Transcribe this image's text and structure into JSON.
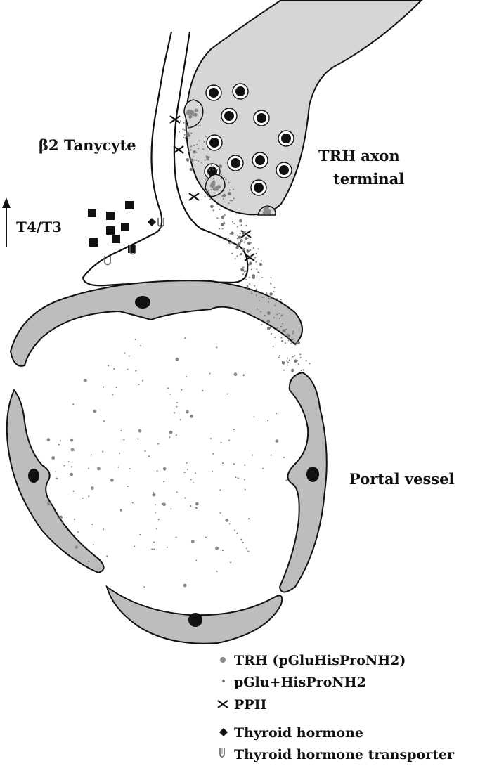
{
  "labels": {
    "tanycyte": "β2 Tanycyte",
    "thyroid_uptake": "T4/T3",
    "axon_line1": "TRH axon",
    "axon_line2": "terminal",
    "portal_vessel": "Portal vessel"
  },
  "legend": [
    {
      "symbol": "trh-dot",
      "label": "TRH (pGluHisProNH2)"
    },
    {
      "symbol": "metabolite-dot",
      "label": "pGlu+HisProNH2"
    },
    {
      "symbol": "ppii-cross",
      "label": "PPII"
    },
    {
      "symbol": "diamond",
      "label": "Thyroid hormone"
    },
    {
      "symbol": "transporter",
      "label": "Thyroid hormone transporter"
    }
  ],
  "colors": {
    "cell_fill": "#d6d6d6",
    "vessel_wall": "#bdbdbd",
    "outline": "#111111",
    "trh_dot": "#8a8a8a",
    "metabolite_dot": "#777777"
  }
}
